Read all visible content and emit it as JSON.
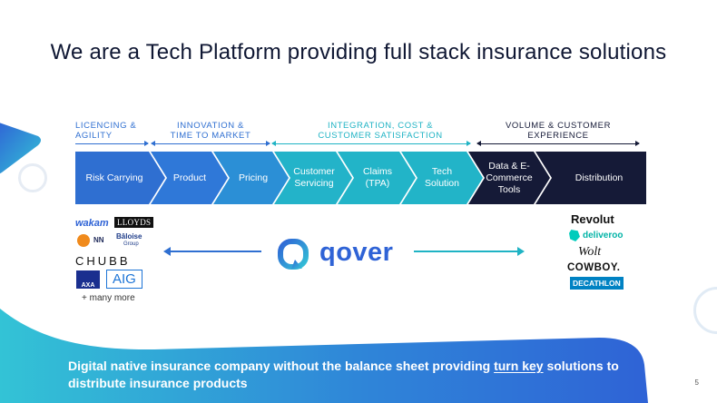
{
  "title": "We are a Tech Platform providing full stack insurance solutions",
  "stages": [
    {
      "label_line1": "LICENCING &",
      "label_line2": "AGILITY"
    },
    {
      "label_line1": "INNOVATION &",
      "label_line2": "TIME TO MARKET"
    },
    {
      "label_line1": "INTEGRATION, COST &",
      "label_line2": "CUSTOMER SATISFACTION"
    },
    {
      "label_line1": "VOLUME & CUSTOMER",
      "label_line2": "EXPERIENCE"
    }
  ],
  "value_chain": [
    {
      "line1": "Risk Carrying",
      "line2": ""
    },
    {
      "line1": "Product",
      "line2": ""
    },
    {
      "line1": "Pricing",
      "line2": ""
    },
    {
      "line1": "Customer",
      "line2": "Servicing"
    },
    {
      "line1": "Claims",
      "line2": "(TPA)"
    },
    {
      "line1": "Tech",
      "line2": "Solution"
    },
    {
      "line1": "Data & E-",
      "line2": "Commerce",
      "line3": "Tools"
    },
    {
      "line1": "Distribution",
      "line2": ""
    }
  ],
  "colors": {
    "blue": "#2f6fd1",
    "teal": "#1fb3c4",
    "navy": "#151a37",
    "gradient_start": "#33c3d6",
    "gradient_end": "#2f63d6"
  },
  "insurers": {
    "logos": [
      "wakam",
      "LLOYDS",
      "NN",
      "Bâloise",
      "Group",
      "CHUBB",
      "AXA",
      "AIG"
    ],
    "more": "+ many more"
  },
  "center_brand": {
    "name": "qover",
    "icon": "qover-q-icon"
  },
  "distributors": [
    "Revolut",
    "deliveroo",
    "Wolt",
    "COWBOY.",
    "DECATHLON"
  ],
  "footer": {
    "text_before": "Digital native insurance company without the balance sheet providing ",
    "underlined": "turn key",
    "text_after": " solutions to distribute insurance products"
  },
  "page_number": "5"
}
